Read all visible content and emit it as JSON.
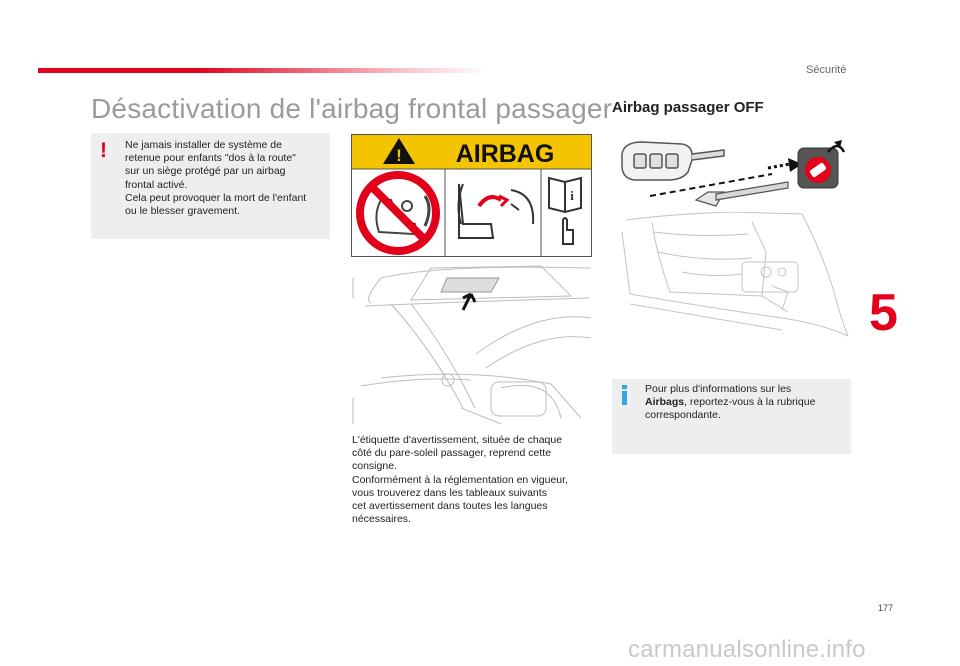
{
  "header": {
    "section": "Sécurité"
  },
  "title": "Désactivation de l'airbag frontal passager",
  "subtitle": "Airbag passager OFF",
  "warning": {
    "icon": "exclamation-icon",
    "mark": "!",
    "lines": [
      "Ne jamais installer de système de",
      "retenue pour enfants \"dos à la route\"",
      "sur un siège protégé par un airbag",
      "frontal activé.",
      "Cela peut provoquer la mort de l'enfant",
      "ou le blesser gravement."
    ]
  },
  "airbag_label": {
    "banner": "AIRBAG"
  },
  "label_text": {
    "lines": [
      "L'étiquette d'avertissement, située de chaque",
      "côté du pare-soleil passager, reprend cette",
      "consigne.",
      "Conformément à la réglementation en vigueur,",
      "vous trouverez dans les tableaux suivants",
      "cet avertissement dans toutes les langues",
      "nécessaires."
    ]
  },
  "info": {
    "icon": "info-icon",
    "line1": "Pour plus d'informations sur les",
    "line2_bold": "Airbags",
    "line2_rest": ", reportez-vous à la rubrique",
    "line3": "correspondante."
  },
  "chapter_number": "5",
  "page_number": "177",
  "watermark": "carmanualsonline.info",
  "colors": {
    "accent": "#e2001a",
    "label_yellow": "#f5c400",
    "box_gray": "#eeeeee",
    "info_blue": "#2da8e0"
  }
}
